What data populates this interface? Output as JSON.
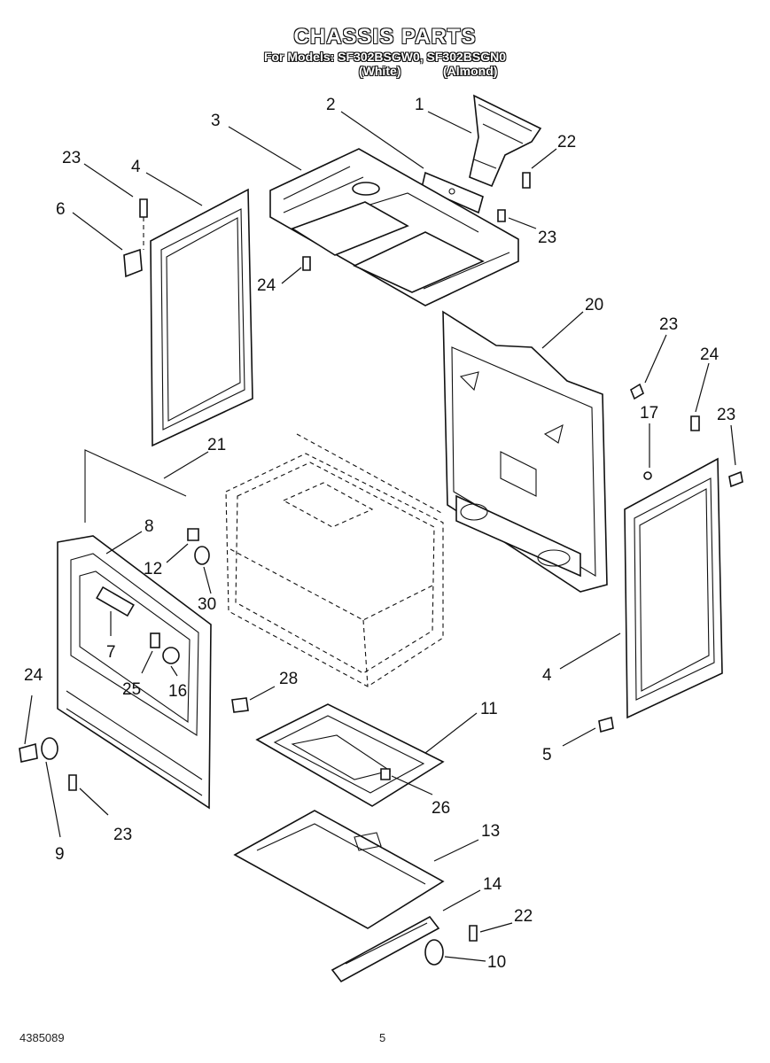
{
  "header": {
    "title": "CHASSIS PARTS",
    "models_line": "For Models: SF302BSGW0, SF302BSGN0",
    "variant_white": "(White)",
    "variant_almond": "(Almond)"
  },
  "footer": {
    "doc_number": "4385089",
    "page_number": "5"
  },
  "callouts": {
    "c1": "1",
    "c2": "2",
    "c3": "3",
    "c4a": "4",
    "c4b": "4",
    "c5": "5",
    "c6": "6",
    "c7": "7",
    "c8": "8",
    "c9": "9",
    "c10": "10",
    "c11": "11",
    "c12": "12",
    "c13": "13",
    "c14": "14",
    "c16": "16",
    "c17": "17",
    "c20": "20",
    "c21": "21",
    "c22a": "22",
    "c22b": "22",
    "c23a": "23",
    "c23b": "23",
    "c23c": "23",
    "c23d": "23",
    "c23e": "23",
    "c24a": "24",
    "c24b": "24",
    "c24c": "24",
    "c25": "25",
    "c26": "26",
    "c28": "28",
    "c30": "30"
  }
}
